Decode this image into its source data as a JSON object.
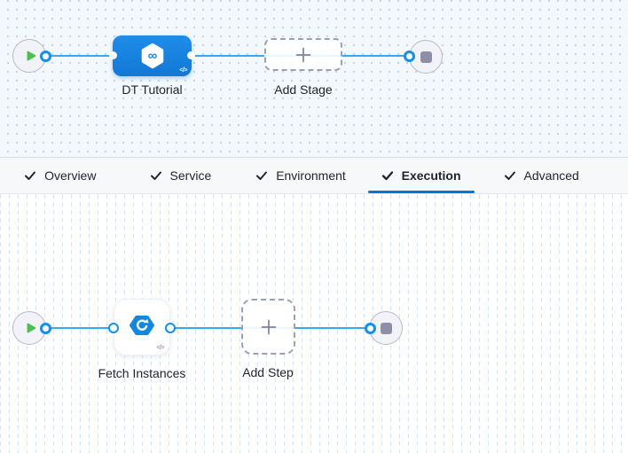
{
  "stage_canvas": {
    "stage_label": "DT Tutorial",
    "add_stage_label": "Add Stage",
    "stage_code_badge": "</>",
    "stage_icon": "cd-infinity-hexagon-icon",
    "start_icon": "play-icon",
    "end_icon": "stop-icon"
  },
  "tabs": {
    "active": "Execution",
    "items": [
      {
        "label": "Overview",
        "checked": true
      },
      {
        "label": "Service",
        "checked": true
      },
      {
        "label": "Environment",
        "checked": true
      },
      {
        "label": "Execution",
        "checked": true
      },
      {
        "label": "Advanced",
        "checked": true
      }
    ]
  },
  "execution_canvas": {
    "step_label": "Fetch Instances",
    "add_step_label": "Add Step",
    "step_code_badge": "</>",
    "step_icon": "redeploy-hexagon-icon",
    "start_icon": "play-icon",
    "end_icon": "stop-icon"
  },
  "colors": {
    "accent_blue": "#0278d5",
    "node_blue": "#1b86e3",
    "connector_line": "#3aa7f4",
    "play_green": "#4dc04f",
    "canvas_top_bg": "#f3f8fc",
    "canvas_bottom_bg": "#ffffff"
  }
}
